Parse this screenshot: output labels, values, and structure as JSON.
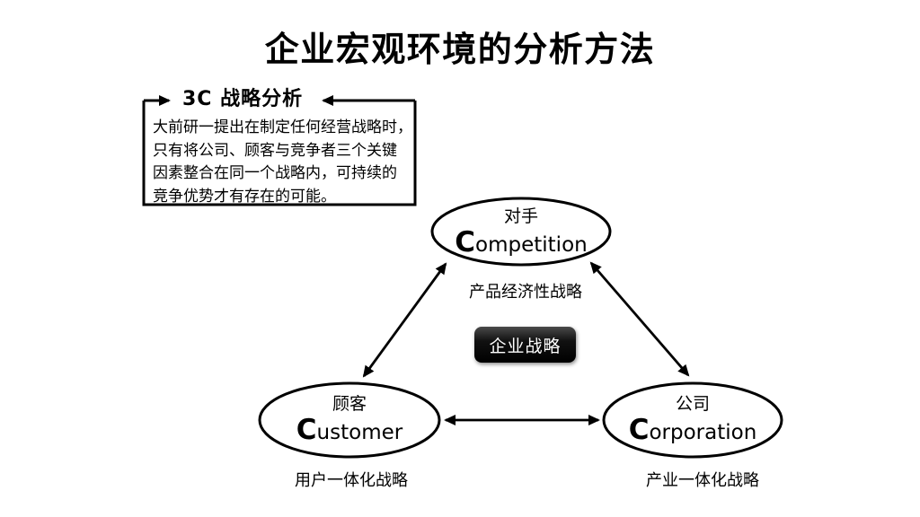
{
  "page": {
    "title": "企业宏观环境的分析方法"
  },
  "info_box": {
    "title": "3C 战略分析",
    "body_lines": [
      "大前研一提出在制定任何经营战略时，",
      "只有将公司、顾客与竞争者三个关键",
      "因素整合在同一个战略内，可持续的",
      "竞争优势才有存在的可能。"
    ]
  },
  "center_node": {
    "label": "企业战略"
  },
  "nodes": {
    "competition": {
      "cn": "对手",
      "en_initial": "C",
      "en_rest": "ompetition",
      "strategy": "产品经济性战略"
    },
    "customer": {
      "cn": "顾客",
      "en_initial": "C",
      "en_rest": "ustomer",
      "strategy": "用户一体化战略"
    },
    "corporation": {
      "cn": "公司",
      "en_initial": "C",
      "en_rest": "orporation",
      "strategy": "产业一体化战略"
    }
  },
  "colors": {
    "ink": "#000000",
    "background": "#ffffff",
    "center_button_bg": "#000000",
    "center_button_text": "#ffffff"
  }
}
